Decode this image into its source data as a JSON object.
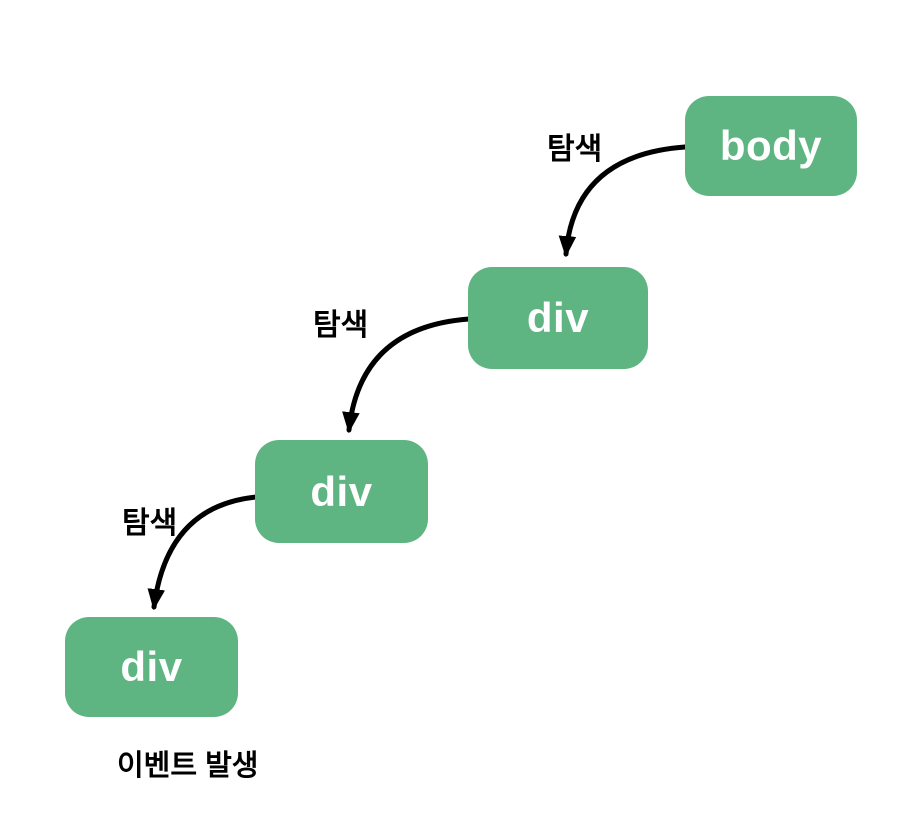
{
  "diagram": {
    "nodes": [
      {
        "id": "body",
        "label": "body"
      },
      {
        "id": "div-1",
        "label": "div"
      },
      {
        "id": "div-2",
        "label": "div"
      },
      {
        "id": "div-3",
        "label": "div"
      }
    ],
    "edges": [
      {
        "from": "body",
        "to": "div-1",
        "label": "탐색"
      },
      {
        "from": "div-1",
        "to": "div-2",
        "label": "탐색"
      },
      {
        "from": "div-2",
        "to": "div-3",
        "label": "탐색"
      }
    ],
    "caption": "이벤트 발생",
    "colors": {
      "node_fill": "#5eb582",
      "node_text": "#ffffff",
      "arrow": "#000000",
      "label_text": "#000000",
      "background": "#ffffff"
    }
  }
}
